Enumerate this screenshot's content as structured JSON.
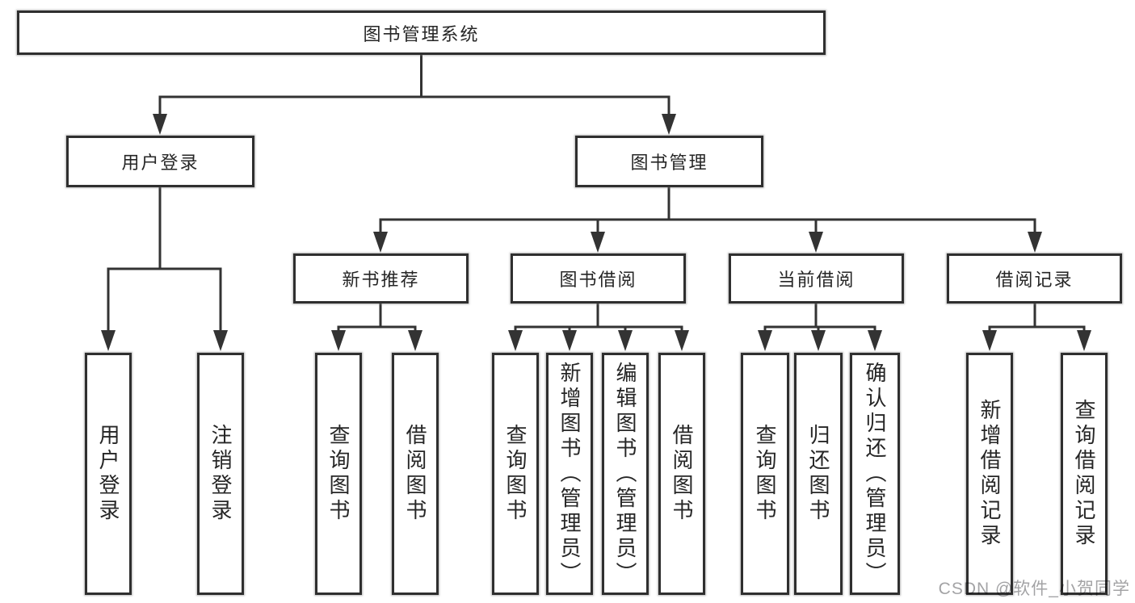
{
  "colors": {
    "line": "#333333",
    "box_border": "#2f2f2f",
    "text": "#262626",
    "watermark": "#9e9ea0",
    "background": "#ffffff"
  },
  "watermark": {
    "text": "CSDN @软件_小贺同学"
  },
  "tree": {
    "root": {
      "label": "图书管理系统"
    },
    "level2": [
      {
        "label": "用户登录",
        "children": [
          {
            "label": "用户登录"
          },
          {
            "label": "注销登录"
          }
        ]
      },
      {
        "label": "图书管理",
        "children": [
          {
            "label": "新书推荐",
            "children": [
              {
                "label": "查询图书"
              },
              {
                "label": "借阅图书"
              }
            ]
          },
          {
            "label": "图书借阅",
            "children": [
              {
                "label": "查询图书"
              },
              {
                "label": "新增图书（管理员）"
              },
              {
                "label": "编辑图书（管理员）"
              },
              {
                "label": "借阅图书"
              }
            ]
          },
          {
            "label": "当前借阅",
            "children": [
              {
                "label": "查询图书"
              },
              {
                "label": "归还图书"
              },
              {
                "label": "确认归还（管理员）"
              }
            ]
          },
          {
            "label": "借阅记录",
            "children": [
              {
                "label": "新增借阅记录"
              },
              {
                "label": "查询借阅记录"
              }
            ]
          }
        ]
      }
    ]
  }
}
